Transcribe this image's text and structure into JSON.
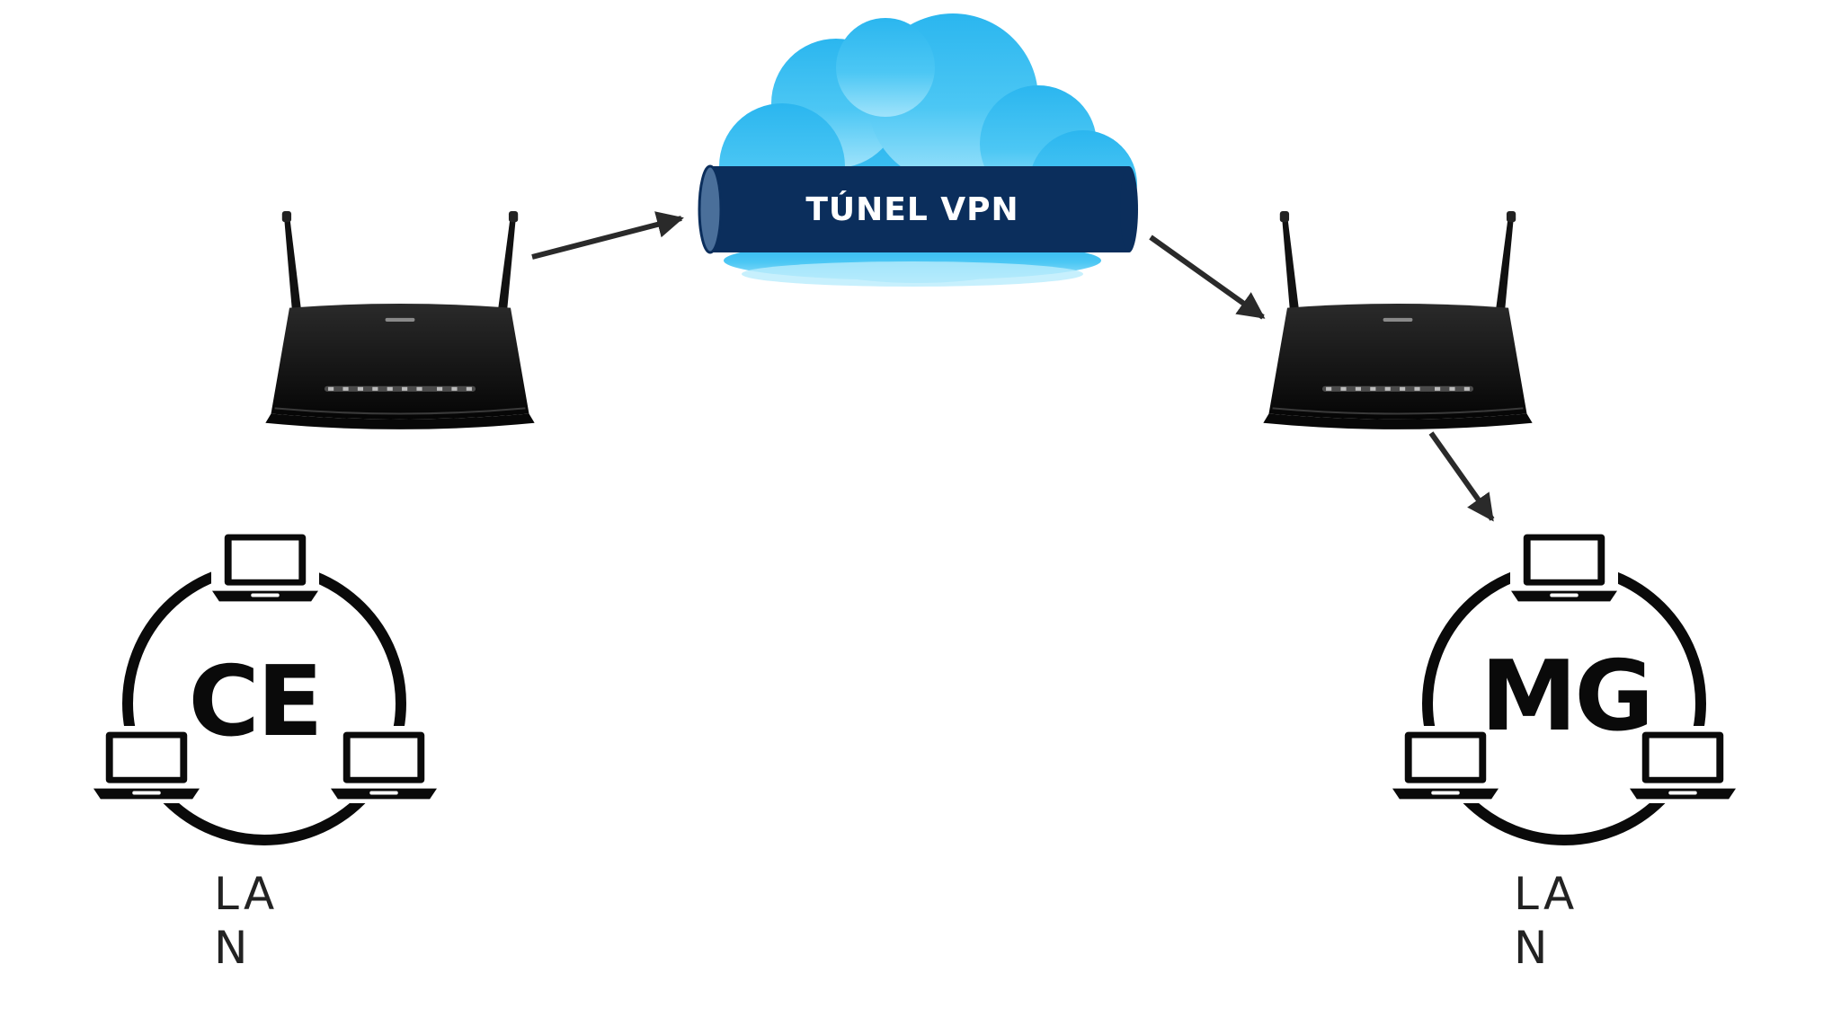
{
  "tunnel": {
    "label": "TÚNEL VPN"
  },
  "sites": [
    {
      "code": "CE",
      "lan_line1": "LA",
      "lan_line2": "N"
    },
    {
      "code": "MG",
      "lan_line1": "LA",
      "lan_line2": "N"
    }
  ],
  "colors": {
    "cloud_light": "#5fd0f5",
    "cloud_dark": "#1e9fdc",
    "tunnel_fill": "#0b2e5c",
    "tunnel_end": "#4a6f9a",
    "router_body": "#1c1c1c",
    "arrow": "#2a2a2a",
    "icon": "#0a0a0a"
  },
  "icons": {
    "cloud": "cloud-icon",
    "router": "router-icon",
    "laptop": "laptop-icon"
  }
}
